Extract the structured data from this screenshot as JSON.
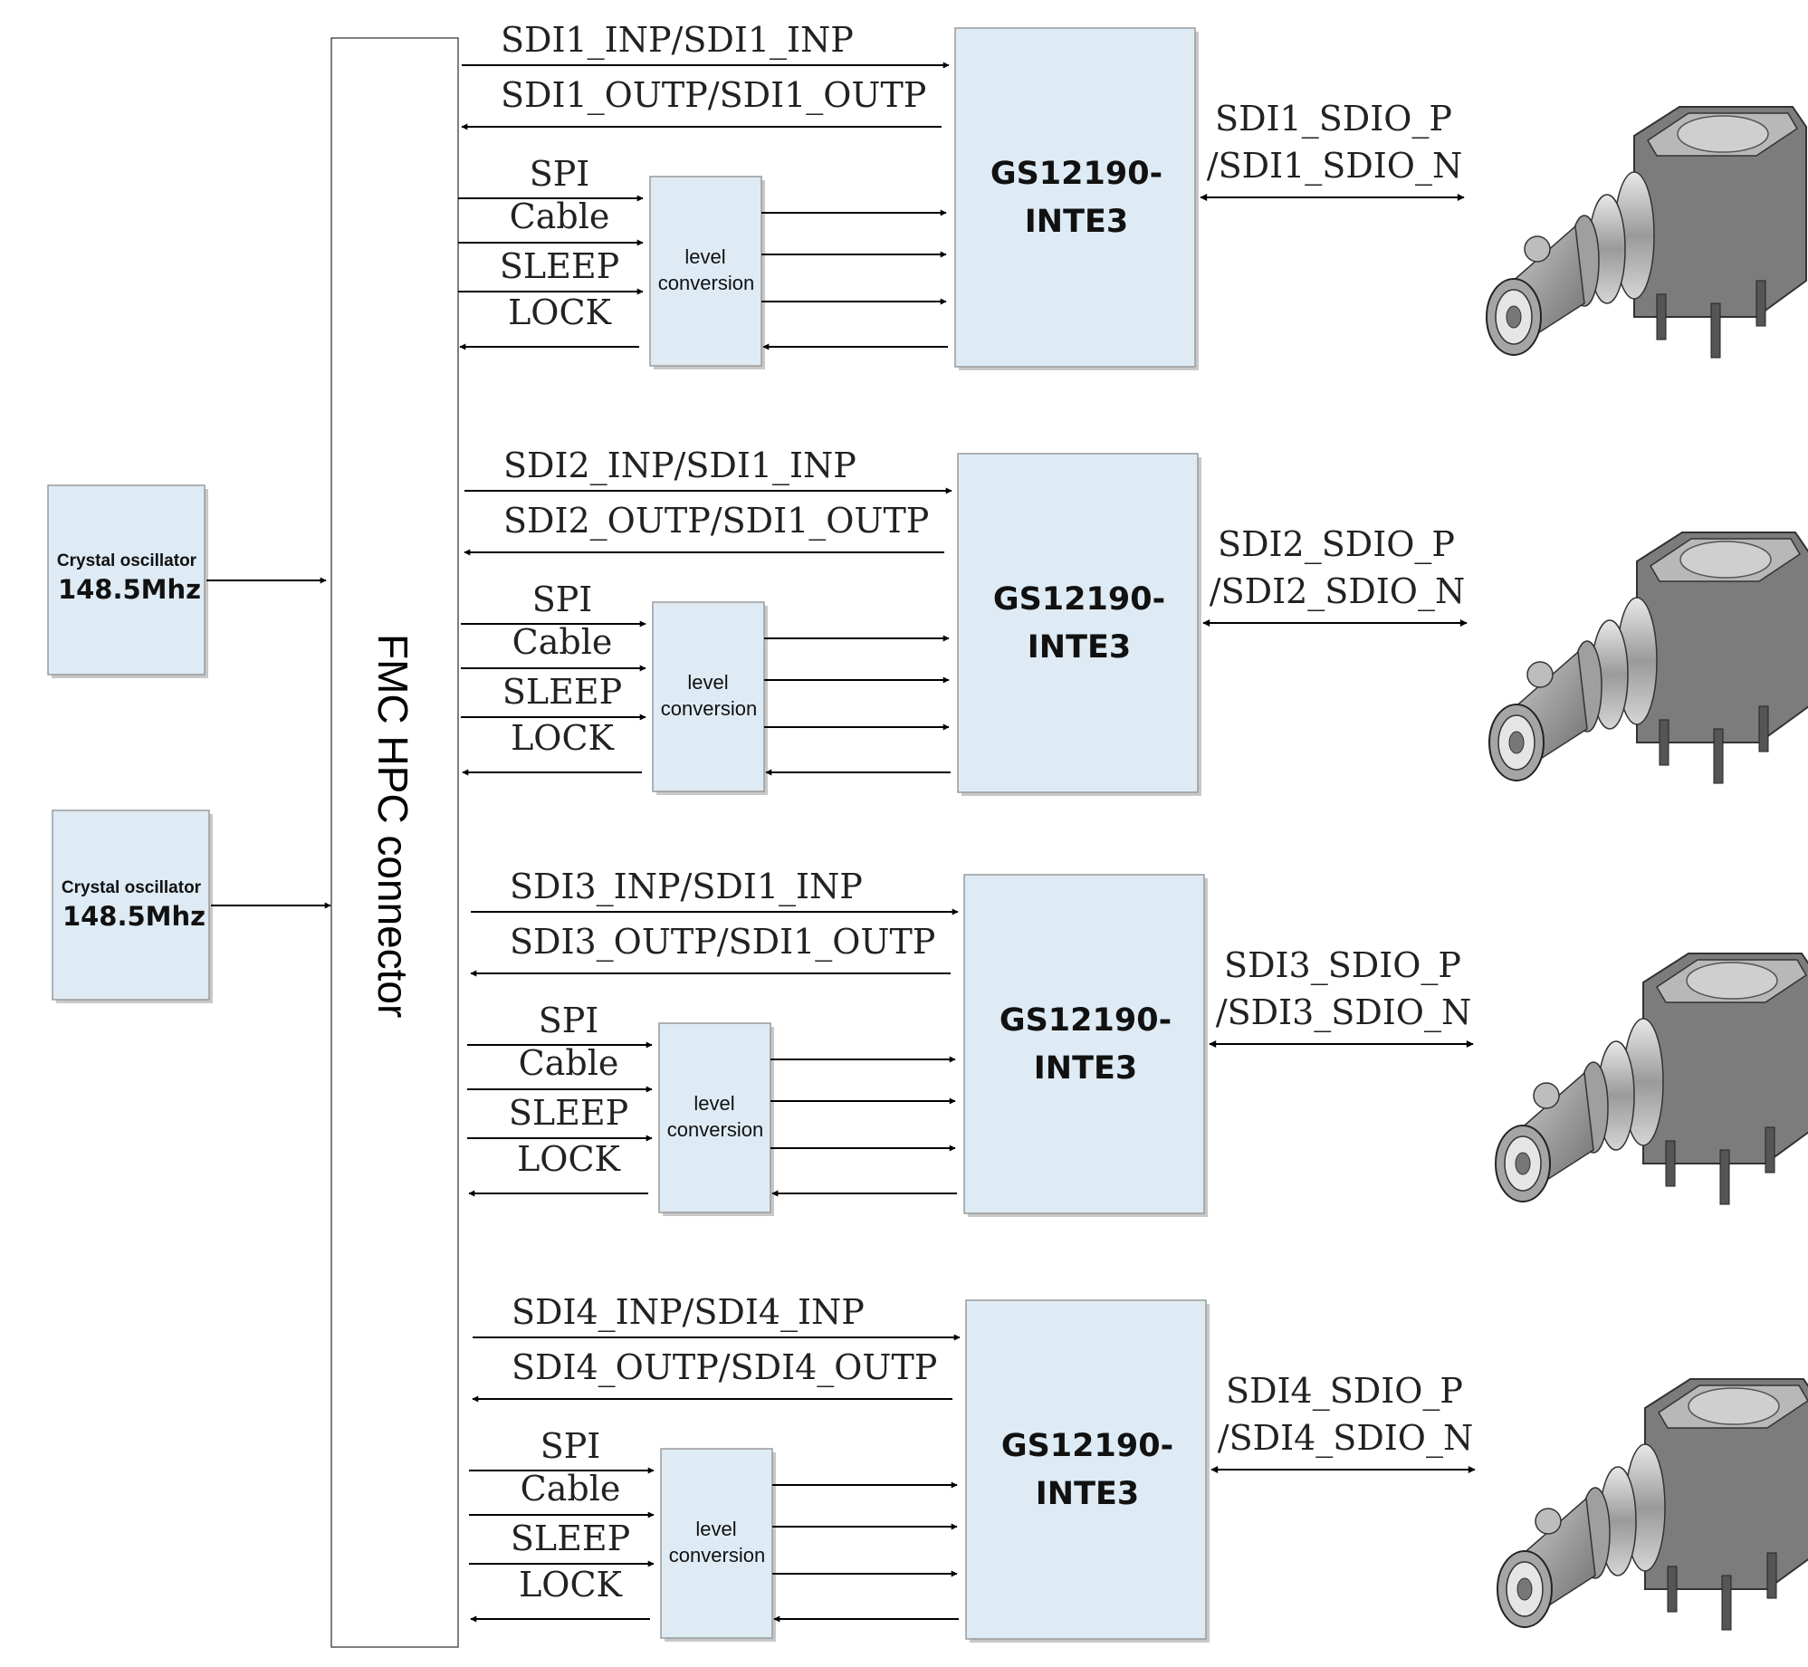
{
  "connector": {
    "label": "FMC HPC connector"
  },
  "oscillators": [
    {
      "line1": "Crystal oscillator",
      "line2": "148.5Mhz"
    },
    {
      "line1": "Crystal oscillator",
      "line2": "148.5Mhz"
    }
  ],
  "channels": [
    {
      "inp": "SDI1_INP/SDI1_INP",
      "outp": "SDI1_OUTP/SDI1_OUTP",
      "ctrl": [
        "SPI",
        "Cable",
        "SLEEP",
        "LOCK"
      ],
      "level": [
        "level",
        "conversion"
      ],
      "chip": [
        "GS12190-",
        "INTE3"
      ],
      "sdio": [
        "SDI1_SDIO_P",
        "/SDI1_SDIO_N"
      ],
      "connector_icon": "bnc-connector-icon"
    },
    {
      "inp": "SDI2_INP/SDI1_INP",
      "outp": "SDI2_OUTP/SDI1_OUTP",
      "ctrl": [
        "SPI",
        "Cable",
        "SLEEP",
        "LOCK"
      ],
      "level": [
        "level",
        "conversion"
      ],
      "chip": [
        "GS12190-",
        "INTE3"
      ],
      "sdio": [
        "SDI2_SDIO_P",
        "/SDI2_SDIO_N"
      ],
      "connector_icon": "bnc-connector-icon"
    },
    {
      "inp": "SDI3_INP/SDI1_INP",
      "outp": "SDI3_OUTP/SDI1_OUTP",
      "ctrl": [
        "SPI",
        "Cable",
        "SLEEP",
        "LOCK"
      ],
      "level": [
        "level",
        "conversion"
      ],
      "chip": [
        "GS12190-",
        "INTE3"
      ],
      "sdio": [
        "SDI3_SDIO_P",
        "/SDI3_SDIO_N"
      ],
      "connector_icon": "bnc-connector-icon"
    },
    {
      "inp": "SDI4_INP/SDI4_INP",
      "outp": "SDI4_OUTP/SDI4_OUTP",
      "ctrl": [
        "SPI",
        "Cable",
        "SLEEP",
        "LOCK"
      ],
      "level": [
        "level",
        "conversion"
      ],
      "chip": [
        "GS12190-",
        "INTE3"
      ],
      "sdio": [
        "SDI4_SDIO_P",
        "/SDI4_SDIO_N"
      ],
      "connector_icon": "bnc-connector-icon"
    }
  ]
}
